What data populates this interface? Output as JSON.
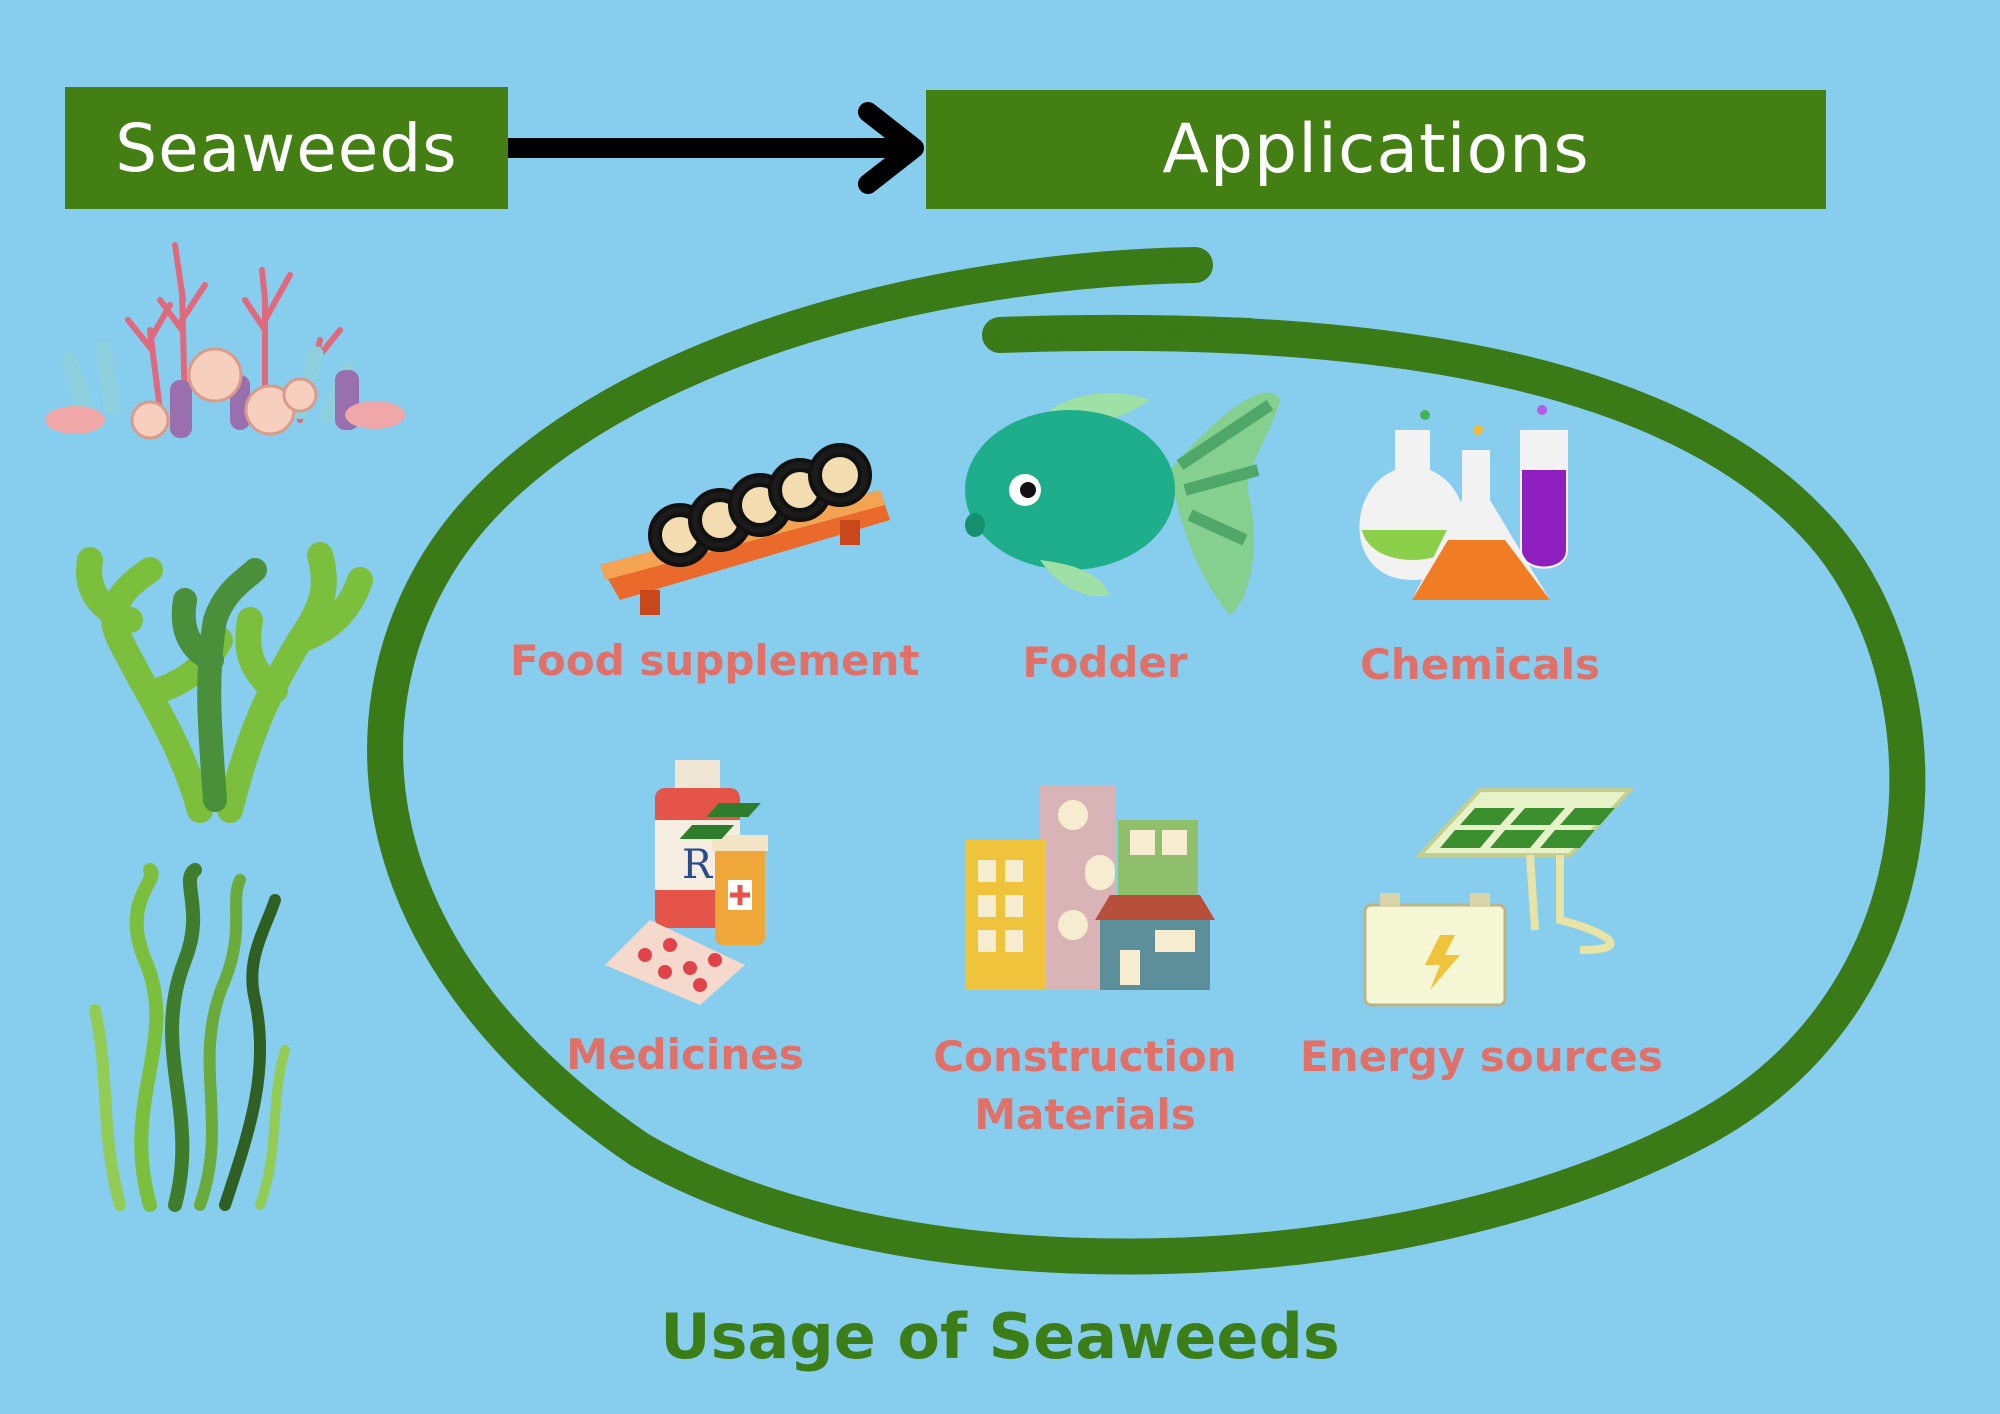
{
  "header": {
    "source_label": "Seaweeds",
    "target_label": "Applications"
  },
  "applications": [
    {
      "label": "Food supplement",
      "icon": "sushi-icon"
    },
    {
      "label": "Fodder",
      "icon": "fish-icon"
    },
    {
      "label": "Chemicals",
      "icon": "lab-flasks-icon"
    },
    {
      "label": "Medicines",
      "icon": "medicine-bottles-icon"
    },
    {
      "label": "Construction",
      "label_line2": "Materials",
      "icon": "buildings-icon"
    },
    {
      "label": "Energy sources",
      "icon": "solar-panel-icon"
    }
  ],
  "caption": "Usage of Seaweeds",
  "colors": {
    "background": "#87cdee",
    "box_green": "#437f12",
    "ring_green": "#3a7a17",
    "label_red": "#e07068",
    "caption_green": "#3b7d16"
  },
  "decor": [
    "coral-reef-illustration",
    "branching-seaweed-illustration",
    "kelp-illustration"
  ]
}
